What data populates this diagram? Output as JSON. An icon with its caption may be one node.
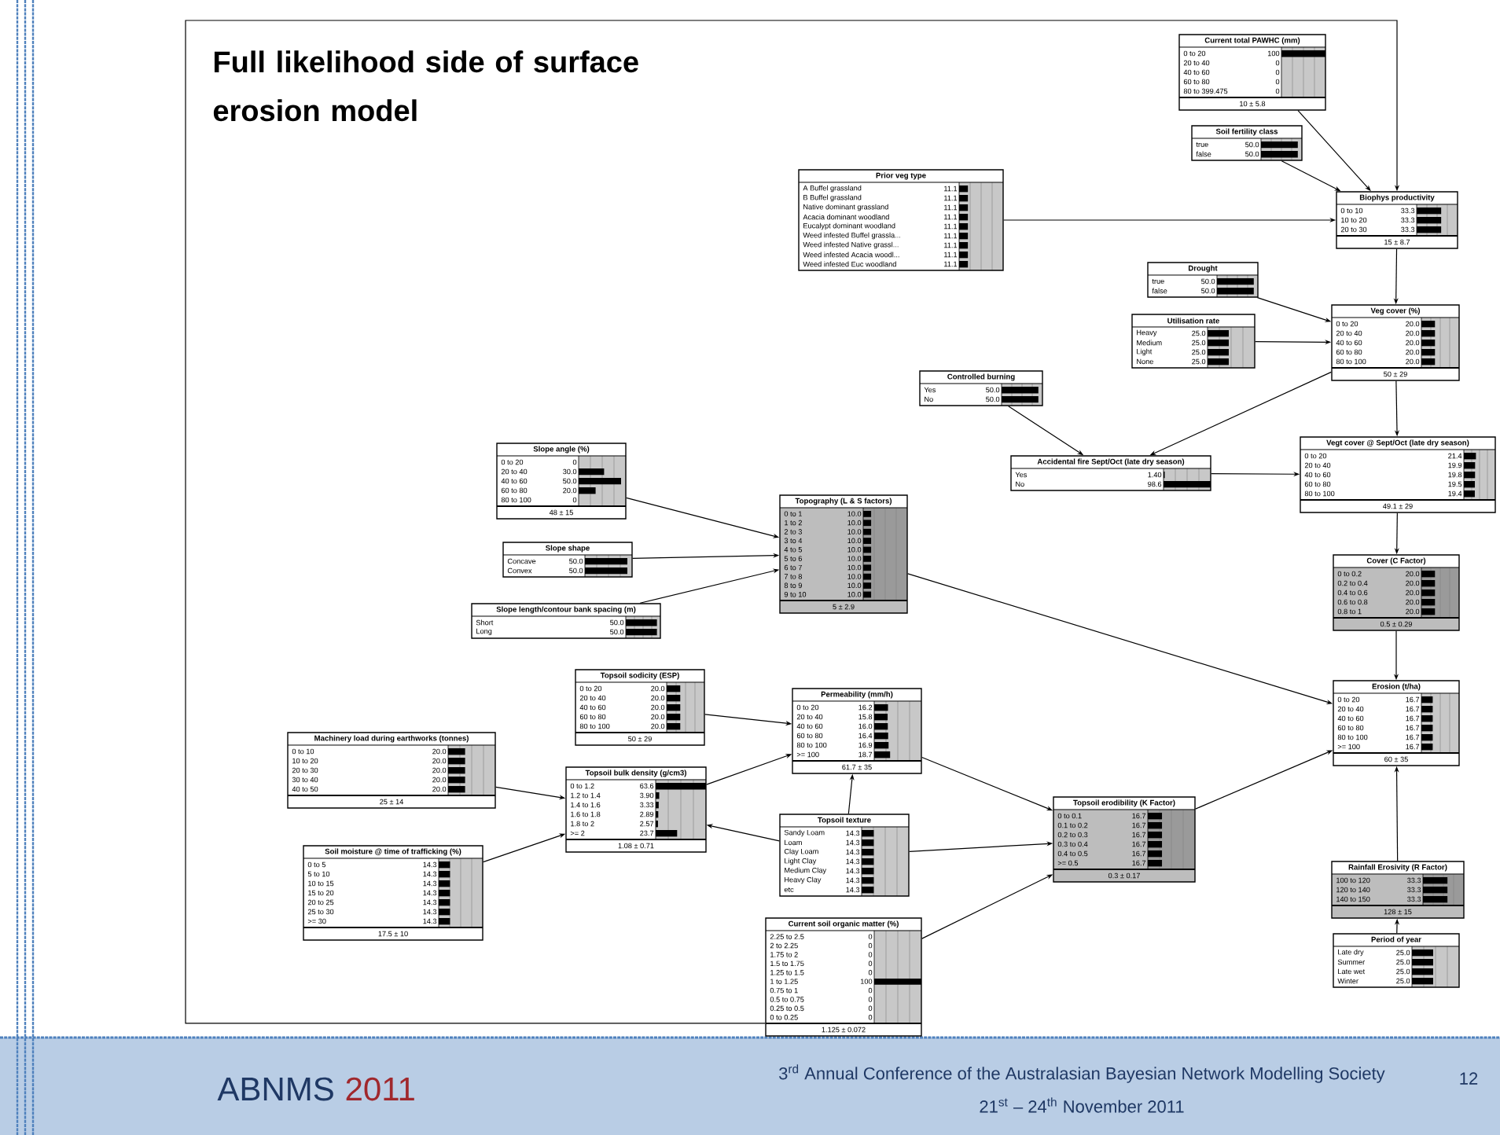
{
  "diagram": {
    "title": "Full likelihood side of surface erosion model",
    "nodes": [
      {
        "text": [
          "Current total PAWHC (mm)",
          "0 to 20",
          "100",
          "20 to 40",
          "0",
          "40 to 60",
          "0",
          "60 to 80",
          "0",
          "80 to 399.475",
          "0",
          "10 ± 5.8"
        ]
      },
      {
        "text": [
          "Soil fertility class",
          "true",
          "50.0",
          "false",
          "50.0"
        ]
      },
      {
        "text": [
          "Prior veg type",
          "A Buffel grassland",
          "11.1",
          "B Buffel grassland",
          "11.1",
          "Native dominant grassland",
          "11.1",
          "Acacia dominant woodland",
          "11.1",
          "Eucalypt dominant woodland",
          "11.1",
          "Weed infested Buffel grassla...",
          "11.1",
          "Weed infested Native grassl...",
          "11.1",
          "Weed infested Acacia woodl...",
          "11.1",
          "Weed infested Euc woodland",
          "11.1"
        ]
      },
      {
        "text": [
          "Biophys productivity",
          "0 to 10",
          "33.3",
          "10 to 20",
          "33.3",
          "20 to 30",
          "33.3",
          "15 ± 8.7"
        ]
      },
      {
        "text": [
          "Drought",
          "true",
          "50.0",
          "false",
          "50.0"
        ]
      },
      {
        "text": [
          "Utilisation rate",
          "Heavy",
          "25.0",
          "Medium",
          "25.0",
          "Light",
          "25.0",
          "None",
          "25.0"
        ]
      },
      {
        "text": [
          "Veg cover (%)",
          "0 to 20",
          "20.0",
          "20 to 40",
          "20.0",
          "40 to 60",
          "20.0",
          "60 to 80",
          "20.0",
          "80 to 100",
          "20.0",
          "50 ± 29"
        ]
      },
      {
        "text": [
          "Controlled burning",
          "Yes",
          "50.0",
          "No",
          "50.0"
        ]
      },
      {
        "text": [
          "Accidental fire Sept/Oct (late dry season)",
          "Yes",
          "1.40",
          "No",
          "98.6"
        ]
      },
      {
        "text": [
          "Vegt cover @ Sept/Oct (late dry season)",
          "0 to 20",
          "21.4",
          "20 to 40",
          "19.9",
          "40 to 60",
          "19.8",
          "60 to 80",
          "19.5",
          "80 to 100",
          "19.4",
          "49.1 ± 29"
        ]
      },
      {
        "text": [
          "Slope angle (%)",
          "0 to 20",
          "0",
          "20 to 40",
          "30.0",
          "40 to 60",
          "50.0",
          "60 to 80",
          "20.0",
          "80 to 100",
          "0",
          "48 ± 15"
        ]
      },
      {
        "text": [
          "Slope shape",
          "Concave",
          "50.0",
          "Convex",
          "50.0"
        ]
      },
      {
        "text": [
          "Slope length/contour bank spacing (m)",
          "Short",
          "50.0",
          "Long",
          "50.0"
        ]
      },
      {
        "text": [
          "Topography (L & S factors)",
          "0 to 1",
          "10.0",
          "1 to 2",
          "10.0",
          "2 to 3",
          "10.0",
          "3 to 4",
          "10.0",
          "4 to 5",
          "10.0",
          "5 to 6",
          "10.0",
          "6 to 7",
          "10.0",
          "7 to 8",
          "10.0",
          "8 to 9",
          "10.0",
          "9 to 10",
          "10.0",
          "5 ± 2.9"
        ]
      },
      {
        "text": [
          "Cover (C Factor)",
          "0 to 0.2",
          "20.0",
          "0.2 to 0.4",
          "20.0",
          "0.4 to 0.6",
          "20.0",
          "0.6 to 0.8",
          "20.0",
          "0.8 to 1",
          "20.0",
          "0.5 ± 0.29"
        ]
      },
      {
        "text": [
          "Topsoil sodicity (ESP)",
          "0 to 20",
          "20.0",
          "20 to 40",
          "20.0",
          "40 to 60",
          "20.0",
          "60 to 80",
          "20.0",
          "80 to 100",
          "20.0",
          "50 ± 29"
        ]
      },
      {
        "text": [
          "Permeability (mm/h)",
          "0 to 20",
          "16.2",
          "20 to 40",
          "15.8",
          "40 to 60",
          "16.0",
          "60 to 80",
          "16.4",
          "80 to 100",
          "16.9",
          ">= 100",
          "18.7",
          "61.7 ± 35"
        ]
      },
      {
        "text": [
          "Erosion (t/ha)",
          "0 to 20",
          "16.7",
          "20 to 40",
          "16.7",
          "40 to 60",
          "16.7",
          "60 to 80",
          "16.7",
          "80 to 100",
          "16.7",
          ">= 100",
          "16.7",
          "60 ± 35"
        ]
      },
      {
        "text": [
          "Machinery load during earthworks (tonnes)",
          "0 to 10",
          "20.0",
          "10 to 20",
          "20.0",
          "20 to 30",
          "20.0",
          "30 to 40",
          "20.0",
          "40 to 50",
          "20.0",
          "25 ± 14"
        ]
      },
      {
        "text": [
          "Topsoil bulk density (g/cm3)",
          "0 to 1.2",
          "63.6",
          "1.2 to 1.4",
          "3.90",
          "1.4 to 1.6",
          "3.33",
          "1.6 to 1.8",
          "2.89",
          "1.8 to 2",
          "2.57",
          ">= 2",
          "23.7",
          "1.08 ± 0.71"
        ]
      },
      {
        "text": [
          "Topsoil texture",
          "Sandy Loam",
          "14.3",
          "Loam",
          "14.3",
          "Clay Loam",
          "14.3",
          "Light Clay",
          "14.3",
          "Medium Clay",
          "14.3",
          "Heavy Clay",
          "14.3",
          "etc",
          "14.3"
        ]
      },
      {
        "text": [
          "Topsoil erodibility (K Factor)",
          "0 to 0.1",
          "16.7",
          "0.1 to 0.2",
          "16.7",
          "0.2 to 0.3",
          "16.7",
          "0.3 to 0.4",
          "16.7",
          "0.4 to 0.5",
          "16.7",
          ">= 0.5",
          "16.7",
          "0.3 ± 0.17"
        ]
      },
      {
        "text": [
          "Rainfall Erosivity (R Factor)",
          "100 to 120",
          "33.3",
          "120 to 140",
          "33.3",
          "140 to 150",
          "33.3",
          "128 ± 15"
        ]
      },
      {
        "text": [
          "Period of year",
          "Late dry",
          "25.0",
          "Summer",
          "25.0",
          "Late wet",
          "25.0",
          "Winter",
          "25.0"
        ]
      },
      {
        "text": [
          "Soil moisture @ time of trafficking (%)",
          "0 to 5",
          "14.3",
          "5 to 10",
          "14.3",
          "10 to 15",
          "14.3",
          "15 to 20",
          "14.3",
          "20 to 25",
          "14.3",
          "25 to 30",
          "14.3",
          ">= 30",
          "14.3",
          "17.5 ± 10"
        ]
      },
      {
        "text": [
          "Current soil organic matter (%)",
          "2.25 to 2.5",
          "0",
          "2 to 2.25",
          "0",
          "1.75 to 2",
          "0",
          "1.5 to 1.75",
          "0",
          "1.25 to 1.5",
          "0",
          "1 to 1.25",
          "100",
          "0.75 to 1",
          "0",
          "0.5 to 0.75",
          "0",
          "0.25 to 0.5",
          "0",
          "0 to 0.25",
          "0",
          "1.125 ± 0.072"
        ]
      }
    ],
    "edges": [
      {
        "from": 25,
        "to": 3,
        "arrow": "to"
      },
      {
        "from": 0,
        "to": 3,
        "arrow": "to"
      },
      {
        "from": 1,
        "to": 3,
        "arrow": "to"
      },
      {
        "from": 2,
        "to": 3,
        "arrow": "to"
      },
      {
        "from": 3,
        "to": 6,
        "arrow": "to"
      },
      {
        "from": 4,
        "to": 6,
        "arrow": "to"
      },
      {
        "from": 5,
        "to": 6,
        "arrow": "to"
      },
      {
        "from": 6,
        "to": 8,
        "arrow": "to"
      },
      {
        "from": 7,
        "to": 8,
        "arrow": "to"
      },
      {
        "from": 6,
        "to": 9,
        "arrow": "to"
      },
      {
        "from": 8,
        "to": 9,
        "arrow": "to"
      },
      {
        "from": 9,
        "to": 14,
        "arrow": "to"
      },
      {
        "from": 10,
        "to": 13,
        "arrow": "to"
      },
      {
        "from": 11,
        "to": 13,
        "arrow": "to"
      },
      {
        "from": 12,
        "to": 13,
        "arrow": "to"
      },
      {
        "from": 13,
        "to": 17,
        "arrow": "to"
      },
      {
        "from": 14,
        "to": 17,
        "arrow": "to"
      },
      {
        "from": 15,
        "to": 16,
        "arrow": "to"
      },
      {
        "from": 18,
        "to": 19,
        "arrow": "to"
      },
      {
        "from": 24,
        "to": 19,
        "arrow": "to"
      },
      {
        "from": 19,
        "to": 16,
        "arrow": "to"
      },
      {
        "from": 20,
        "to": 16,
        "arrow": "to"
      },
      {
        "from": 20,
        "to": 19,
        "arrow": "to"
      },
      {
        "from": 16,
        "to": 21,
        "arrow": "to"
      },
      {
        "from": 20,
        "to": 21,
        "arrow": "to"
      },
      {
        "from": 25,
        "to": 21,
        "arrow": "to"
      },
      {
        "from": 21,
        "to": 17,
        "arrow": "to"
      },
      {
        "from": 22,
        "to": 17,
        "arrow": "to"
      },
      {
        "from": 23,
        "to": 22,
        "arrow": "to"
      }
    ],
    "labels": [
      "ABNMS",
      "2011",
      "3$^{rd}$ Annual Conference of the Australasian Bayesian Network Modelling Society",
      "21$^{st}$ – 24$^{th}$ November 2011",
      "12"
    ]
  }
}
